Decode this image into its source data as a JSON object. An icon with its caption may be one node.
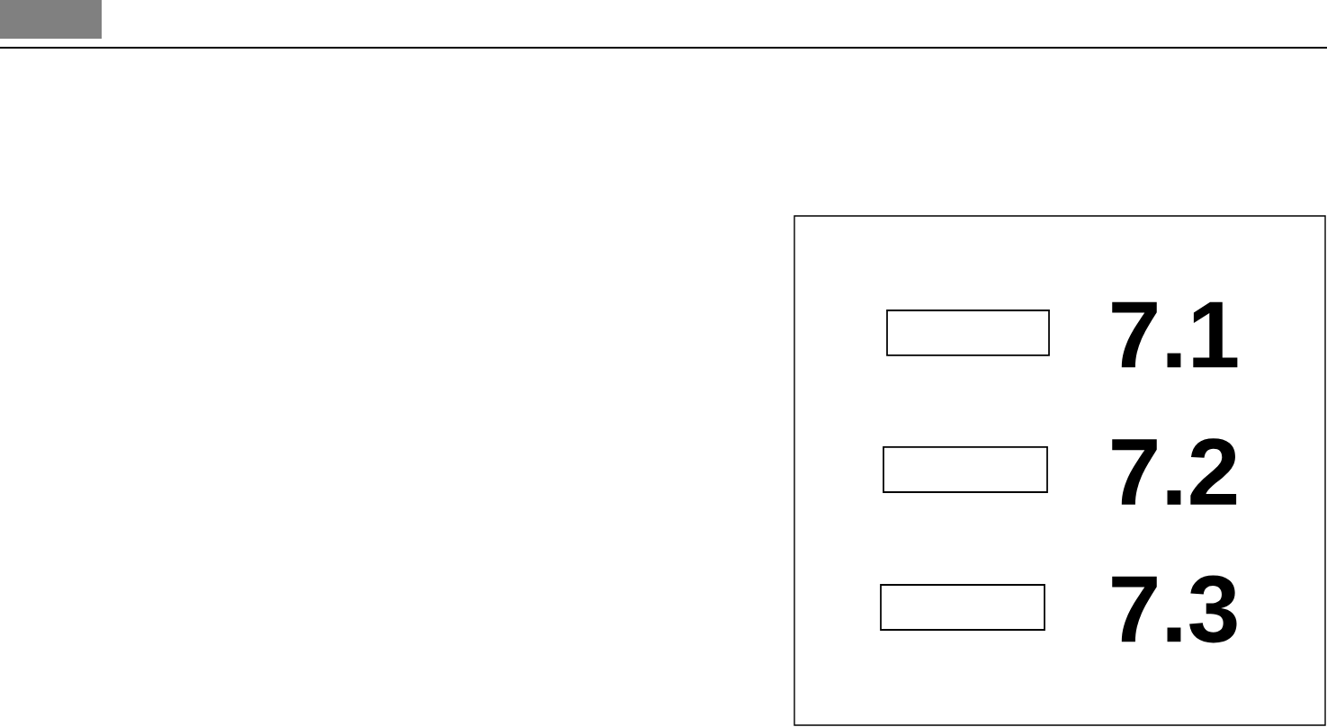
{
  "diagram": {
    "nodes": [
      {
        "text": [],
        "shape": "box"
      },
      {
        "text": [],
        "shape": "box",
        "in": 0,
        "beside": [
          "7.1"
        ]
      },
      {
        "text": [],
        "shape": "box",
        "in": 0,
        "beside": [
          "7.2"
        ]
      },
      {
        "text": [],
        "shape": "box",
        "in": 0,
        "beside": [
          "7.3"
        ]
      }
    ],
    "edges": []
  }
}
